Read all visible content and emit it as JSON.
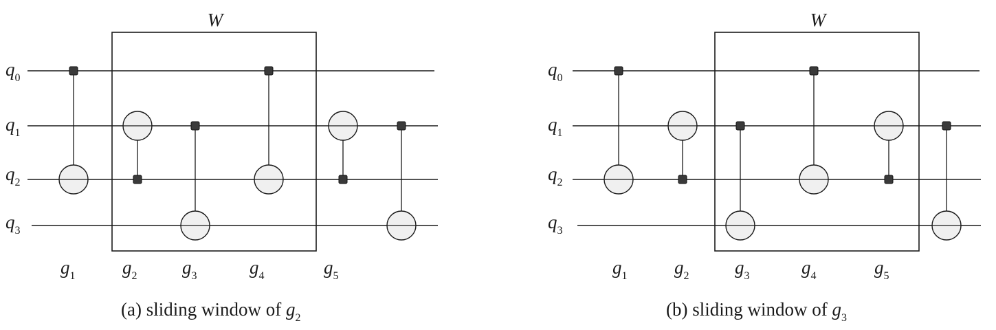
{
  "panels": [
    {
      "id": "a",
      "window_label": "W",
      "caption_text": "(a) sliding window of ",
      "caption_gate": {
        "letter": "g",
        "sub": "2"
      },
      "qubits": [
        {
          "letter": "q",
          "sub": "0"
        },
        {
          "letter": "q",
          "sub": "1"
        },
        {
          "letter": "q",
          "sub": "2"
        },
        {
          "letter": "q",
          "sub": "3"
        }
      ],
      "gates": [
        {
          "letter": "g",
          "sub": "1",
          "control": 0,
          "target": 2
        },
        {
          "letter": "g",
          "sub": "2",
          "control": 2,
          "target": 1
        },
        {
          "letter": "g",
          "sub": "3",
          "control": 1,
          "target": 3
        },
        {
          "letter": "g",
          "sub": "4",
          "control": 0,
          "target": 2
        },
        {
          "letter": "g",
          "sub": "5",
          "control": 2,
          "target": 1
        },
        {
          "letter": "",
          "sub": "",
          "control": 1,
          "target": 3
        }
      ]
    },
    {
      "id": "b",
      "window_label": "W",
      "caption_text": "(b) sliding window of ",
      "caption_gate": {
        "letter": "g",
        "sub": "3"
      },
      "qubits": [
        {
          "letter": "q",
          "sub": "0"
        },
        {
          "letter": "q",
          "sub": "1"
        },
        {
          "letter": "q",
          "sub": "2"
        },
        {
          "letter": "q",
          "sub": "3"
        }
      ],
      "gates": [
        {
          "letter": "g",
          "sub": "1",
          "control": 0,
          "target": 2
        },
        {
          "letter": "g",
          "sub": "2",
          "control": 2,
          "target": 1
        },
        {
          "letter": "g",
          "sub": "3",
          "control": 1,
          "target": 3
        },
        {
          "letter": "g",
          "sub": "4",
          "control": 0,
          "target": 2
        },
        {
          "letter": "g",
          "sub": "5",
          "control": 2,
          "target": 1
        },
        {
          "letter": "",
          "sub": "",
          "control": 1,
          "target": 3
        }
      ]
    }
  ]
}
